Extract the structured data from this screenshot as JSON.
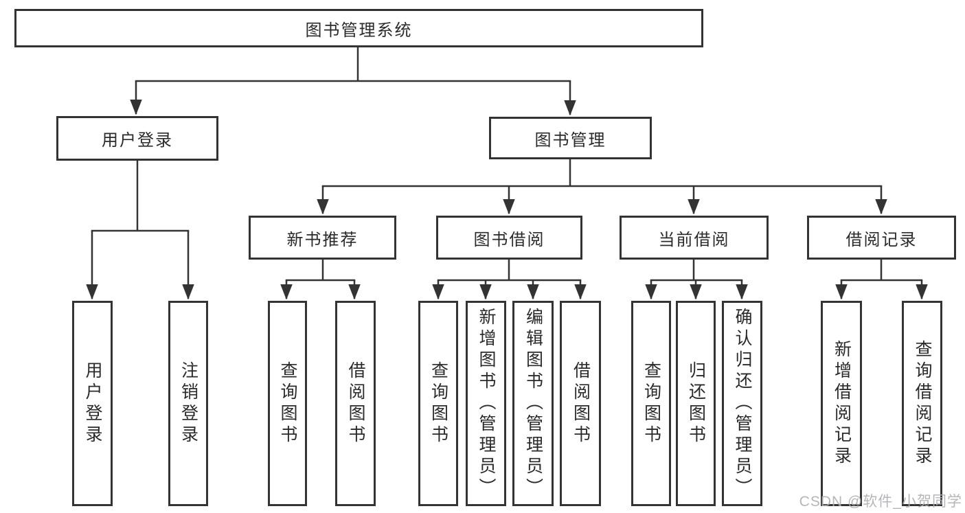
{
  "diagram": {
    "root": {
      "label": "图书管理系统"
    },
    "branches": [
      {
        "label": "用户登录",
        "children": [
          "用户登录",
          "注销登录"
        ]
      },
      {
        "label": "图书管理",
        "children": [
          {
            "label": "新书推荐",
            "children": [
              "查询图书",
              "借阅图书"
            ]
          },
          {
            "label": "图书借阅",
            "children": [
              "查询图书",
              "新增图书（管理员）",
              "编辑图书（管理员）",
              "借阅图书"
            ]
          },
          {
            "label": "当前借阅",
            "children": [
              "查询图书",
              "归还图书",
              "确认归还（管理员）"
            ]
          },
          {
            "label": "借阅记录",
            "children": [
              "新增借阅记录",
              "查询借阅记录"
            ]
          }
        ]
      }
    ],
    "watermark": "CSDN @软件_小贺同学",
    "colors": {
      "line": "#333333",
      "text": "#2a2a2a",
      "watermark": "#aeafb3",
      "background": "#ffffff"
    }
  }
}
